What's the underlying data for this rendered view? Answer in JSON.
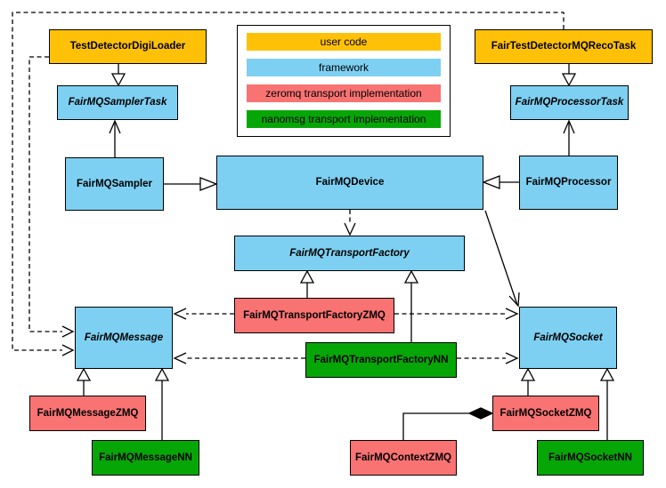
{
  "legend": {
    "items": [
      {
        "label": "user code",
        "color": "#FFC107",
        "category": "user-code"
      },
      {
        "label": "framework",
        "color": "#7DD0F2",
        "category": "framework"
      },
      {
        "label": "zeromq transport implementation",
        "color": "#F97373",
        "category": "zeromq"
      },
      {
        "label": "nanomsg transport implementation",
        "color": "#07A607",
        "category": "nanomsg"
      }
    ]
  },
  "nodes": {
    "test_detector_digi_loader": {
      "label": "TestDetectorDigiLoader",
      "category": "user code",
      "abstract": false
    },
    "fair_test_detector_mq_reco_task": {
      "label": "FairTestDetectorMQRecoTask",
      "category": "user code",
      "abstract": false
    },
    "fairmq_sampler_task": {
      "label": "FairMQSamplerTask",
      "category": "framework",
      "abstract": true
    },
    "fairmq_processor_task": {
      "label": "FairMQProcessorTask",
      "category": "framework",
      "abstract": true
    },
    "fairmq_sampler": {
      "label": "FairMQSampler",
      "category": "framework",
      "abstract": false
    },
    "fairmq_device": {
      "label": "FairMQDevice",
      "category": "framework",
      "abstract": false
    },
    "fairmq_processor": {
      "label": "FairMQProcessor",
      "category": "framework",
      "abstract": false
    },
    "fairmq_transport_factory": {
      "label": "FairMQTransportFactory",
      "category": "framework",
      "abstract": true
    },
    "fairmq_transport_factory_zmq": {
      "label": "FairMQTransportFactoryZMQ",
      "category": "zeromq",
      "abstract": false
    },
    "fairmq_transport_factory_nn": {
      "label": "FairMQTransportFactoryNN",
      "category": "nanomsg",
      "abstract": false
    },
    "fairmq_message": {
      "label": "FairMQMessage",
      "category": "framework",
      "abstract": true
    },
    "fairmq_socket": {
      "label": "FairMQSocket",
      "category": "framework",
      "abstract": true
    },
    "fairmq_message_zmq": {
      "label": "FairMQMessageZMQ",
      "category": "zeromq",
      "abstract": false
    },
    "fairmq_message_nn": {
      "label": "FairMQMessageNN",
      "category": "nanomsg",
      "abstract": false
    },
    "fairmq_context_zmq": {
      "label": "FairMQContextZMQ",
      "category": "zeromq",
      "abstract": false
    },
    "fairmq_socket_zmq": {
      "label": "FairMQSocketZMQ",
      "category": "zeromq",
      "abstract": false
    },
    "fairmq_socket_nn": {
      "label": "FairMQSocketNN",
      "category": "nanomsg",
      "abstract": false
    }
  },
  "relations": [
    {
      "from": "TestDetectorDigiLoader",
      "to": "FairMQSamplerTask",
      "type": "inheritance"
    },
    {
      "from": "FairTestDetectorMQRecoTask",
      "to": "FairMQProcessorTask",
      "type": "inheritance"
    },
    {
      "from": "FairMQSampler",
      "to": "FairMQSamplerTask",
      "type": "association"
    },
    {
      "from": "FairMQProcessor",
      "to": "FairMQProcessorTask",
      "type": "association"
    },
    {
      "from": "FairMQSampler",
      "to": "FairMQDevice",
      "type": "inheritance"
    },
    {
      "from": "FairMQProcessor",
      "to": "FairMQDevice",
      "type": "inheritance"
    },
    {
      "from": "FairMQDevice",
      "to": "FairMQTransportFactory",
      "type": "dependency"
    },
    {
      "from": "FairMQDevice",
      "to": "FairMQSocket",
      "type": "association"
    },
    {
      "from": "FairMQTransportFactoryZMQ",
      "to": "FairMQTransportFactory",
      "type": "inheritance"
    },
    {
      "from": "FairMQTransportFactoryNN",
      "to": "FairMQTransportFactory",
      "type": "inheritance"
    },
    {
      "from": "FairMQTransportFactoryZMQ",
      "to": "FairMQMessage",
      "type": "dependency"
    },
    {
      "from": "FairMQTransportFactoryZMQ",
      "to": "FairMQSocket",
      "type": "dependency"
    },
    {
      "from": "FairMQTransportFactoryNN",
      "to": "FairMQMessage",
      "type": "dependency"
    },
    {
      "from": "FairMQTransportFactoryNN",
      "to": "FairMQSocket",
      "type": "dependency"
    },
    {
      "from": "TestDetectorDigiLoader",
      "to": "FairMQMessage",
      "type": "dependency"
    },
    {
      "from": "FairTestDetectorMQRecoTask",
      "to": "FairMQMessage",
      "type": "dependency"
    },
    {
      "from": "FairMQMessageZMQ",
      "to": "FairMQMessage",
      "type": "inheritance"
    },
    {
      "from": "FairMQMessageNN",
      "to": "FairMQMessage",
      "type": "inheritance"
    },
    {
      "from": "FairMQSocketZMQ",
      "to": "FairMQSocket",
      "type": "inheritance"
    },
    {
      "from": "FairMQSocketNN",
      "to": "FairMQSocket",
      "type": "inheritance"
    },
    {
      "from": "FairMQContextZMQ",
      "to": "FairMQSocketZMQ",
      "type": "composition"
    }
  ]
}
